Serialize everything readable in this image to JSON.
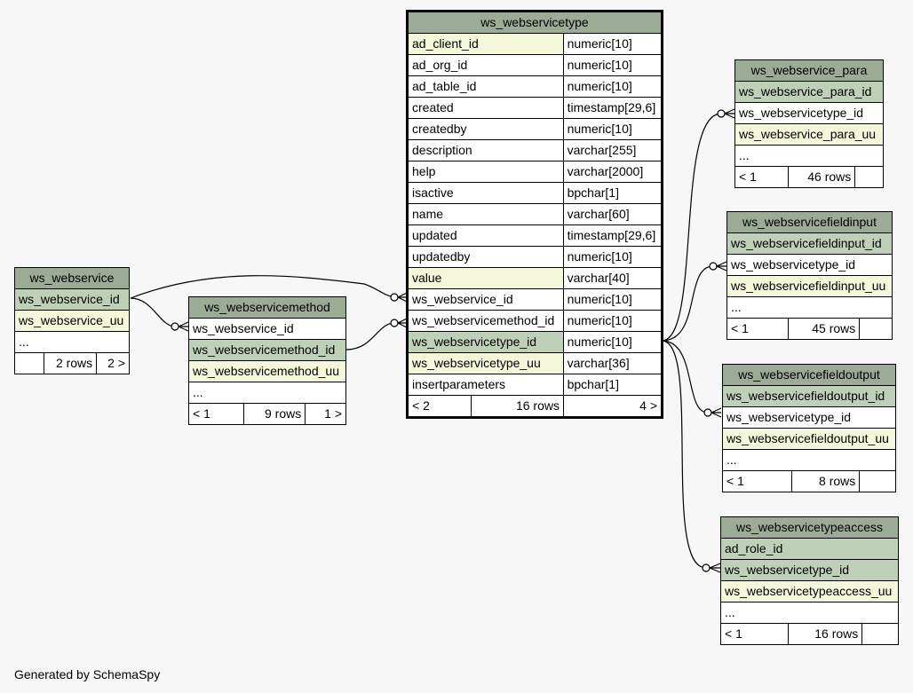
{
  "footer_text": "Generated by SchemaSpy",
  "tables": [
    {
      "id": "ws_webservicetype",
      "name": "ws_webservicetype",
      "focus": true,
      "columns": [
        {
          "name": "ad_client_id",
          "type": "numeric[10]",
          "style": "idx"
        },
        {
          "name": "ad_org_id",
          "type": "numeric[10]",
          "style": "plain"
        },
        {
          "name": "ad_table_id",
          "type": "numeric[10]",
          "style": "plain"
        },
        {
          "name": "created",
          "type": "timestamp[29,6]",
          "style": "plain"
        },
        {
          "name": "createdby",
          "type": "numeric[10]",
          "style": "plain"
        },
        {
          "name": "description",
          "type": "varchar[255]",
          "style": "plain"
        },
        {
          "name": "help",
          "type": "varchar[2000]",
          "style": "plain"
        },
        {
          "name": "isactive",
          "type": "bpchar[1]",
          "style": "plain"
        },
        {
          "name": "name",
          "type": "varchar[60]",
          "style": "plain"
        },
        {
          "name": "updated",
          "type": "timestamp[29,6]",
          "style": "plain"
        },
        {
          "name": "updatedby",
          "type": "numeric[10]",
          "style": "plain"
        },
        {
          "name": "value",
          "type": "varchar[40]",
          "style": "idx"
        },
        {
          "name": "ws_webservice_id",
          "type": "numeric[10]",
          "style": "plain"
        },
        {
          "name": "ws_webservicemethod_id",
          "type": "numeric[10]",
          "style": "plain"
        },
        {
          "name": "ws_webservicetype_id",
          "type": "numeric[10]",
          "style": "pk"
        },
        {
          "name": "ws_webservicetype_uu",
          "type": "varchar[36]",
          "style": "idx"
        },
        {
          "name": "insertparameters",
          "type": "bpchar[1]",
          "style": "plain"
        }
      ],
      "footer": {
        "parents": "< 2",
        "rows": "16 rows",
        "children": "4 >"
      }
    },
    {
      "id": "ws_webservice",
      "name": "ws_webservice",
      "columns": [
        {
          "name": "ws_webservice_id",
          "style": "pk"
        },
        {
          "name": "ws_webservice_uu",
          "style": "idx"
        },
        {
          "name": "...",
          "style": "plain"
        }
      ],
      "footer": {
        "parents": "",
        "rows": "2 rows",
        "children": "2 >"
      }
    },
    {
      "id": "ws_webservicemethod",
      "name": "ws_webservicemethod",
      "columns": [
        {
          "name": "ws_webservice_id",
          "style": "plain"
        },
        {
          "name": "ws_webservicemethod_id",
          "style": "pk"
        },
        {
          "name": "ws_webservicemethod_uu",
          "style": "idx"
        },
        {
          "name": "...",
          "style": "plain"
        }
      ],
      "footer": {
        "parents": "< 1",
        "rows": "9 rows",
        "children": "1 >"
      }
    },
    {
      "id": "ws_webservice_para",
      "name": "ws_webservice_para",
      "columns": [
        {
          "name": "ws_webservice_para_id",
          "style": "pk"
        },
        {
          "name": "ws_webservicetype_id",
          "style": "plain"
        },
        {
          "name": "ws_webservice_para_uu",
          "style": "idx"
        },
        {
          "name": "...",
          "style": "plain"
        }
      ],
      "footer": {
        "parents": "< 1",
        "rows": "46 rows",
        "children": ""
      }
    },
    {
      "id": "ws_webservicefieldinput",
      "name": "ws_webservicefieldinput",
      "columns": [
        {
          "name": "ws_webservicefieldinput_id",
          "style": "pk"
        },
        {
          "name": "ws_webservicetype_id",
          "style": "plain"
        },
        {
          "name": "ws_webservicefieldinput_uu",
          "style": "idx"
        },
        {
          "name": "...",
          "style": "plain"
        }
      ],
      "footer": {
        "parents": "< 1",
        "rows": "45 rows",
        "children": ""
      }
    },
    {
      "id": "ws_webservicefieldoutput",
      "name": "ws_webservicefieldoutput",
      "columns": [
        {
          "name": "ws_webservicefieldoutput_id",
          "style": "pk"
        },
        {
          "name": "ws_webservicetype_id",
          "style": "plain"
        },
        {
          "name": "ws_webservicefieldoutput_uu",
          "style": "idx"
        },
        {
          "name": "...",
          "style": "plain"
        }
      ],
      "footer": {
        "parents": "< 1",
        "rows": "8 rows",
        "children": ""
      }
    },
    {
      "id": "ws_webservicetypeaccess",
      "name": "ws_webservicetypeaccess",
      "columns": [
        {
          "name": "ad_role_id",
          "style": "pk"
        },
        {
          "name": "ws_webservicetype_id",
          "style": "pk"
        },
        {
          "name": "ws_webservicetypeaccess_uu",
          "style": "idx"
        },
        {
          "name": "...",
          "style": "plain"
        }
      ],
      "footer": {
        "parents": "< 1",
        "rows": "16 rows",
        "children": ""
      }
    }
  ],
  "relationships": [
    {
      "from": "ws_webservice.ws_webservice_id",
      "to": "ws_webservicetype.ws_webservice_id"
    },
    {
      "from": "ws_webservice.ws_webservice_id",
      "to": "ws_webservicemethod.ws_webservice_id"
    },
    {
      "from": "ws_webservicemethod.ws_webservicemethod_id",
      "to": "ws_webservicetype.ws_webservicemethod_id"
    },
    {
      "from": "ws_webservicetype.ws_webservicetype_id",
      "to": "ws_webservice_para.ws_webservicetype_id"
    },
    {
      "from": "ws_webservicetype.ws_webservicetype_id",
      "to": "ws_webservicefieldinput.ws_webservicetype_id"
    },
    {
      "from": "ws_webservicetype.ws_webservicetype_id",
      "to": "ws_webservicefieldoutput.ws_webservicetype_id"
    },
    {
      "from": "ws_webservicetype.ws_webservicetype_id",
      "to": "ws_webservicetypeaccess.ws_webservicetype_id"
    }
  ],
  "colors": {
    "background": "#f7f7f7",
    "header": "#9bab96",
    "primary_key": "#bed1b8",
    "indexed": "#f4f7da",
    "plain": "#ffffff"
  }
}
